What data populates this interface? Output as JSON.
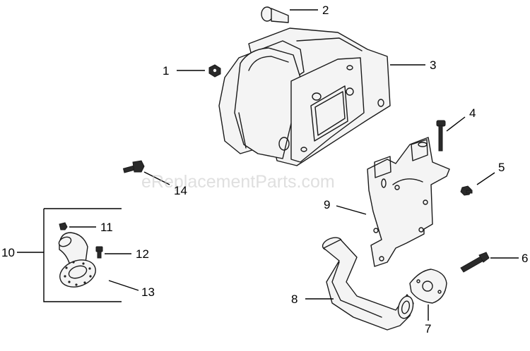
{
  "watermark": "eReplacementParts.com",
  "callouts": [
    "1",
    "2",
    "3",
    "4",
    "5",
    "6",
    "7",
    "8",
    "9",
    "10",
    "11",
    "12",
    "13",
    "14"
  ]
}
